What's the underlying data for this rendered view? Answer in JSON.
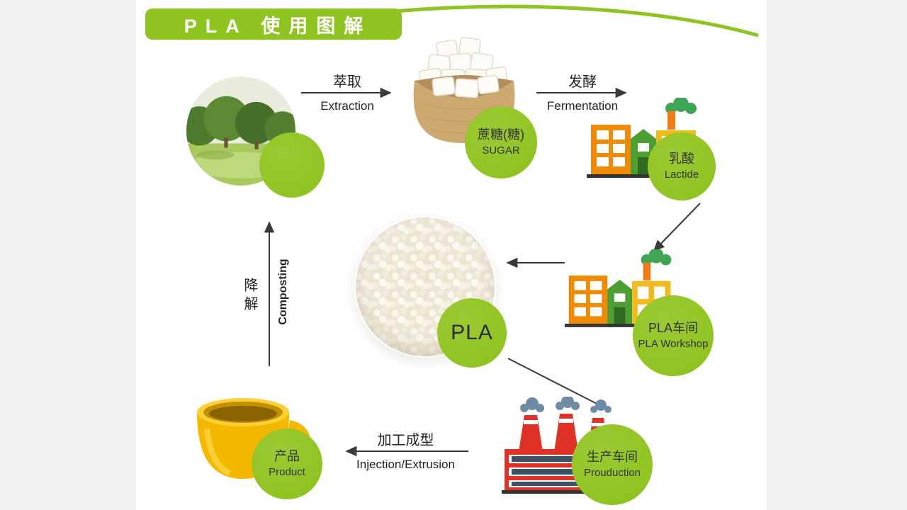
{
  "title": "PLA 使用图解",
  "accent_green": "#8fc31f",
  "arrow_color": "#3a3a3a",
  "nodes": {
    "sugar": {
      "zh": "蔗糖(糖)",
      "en": "SUGAR"
    },
    "lactide": {
      "zh": "乳酸",
      "en": "Lactide"
    },
    "pla": {
      "label": "PLA"
    },
    "workshop": {
      "zh": "PLA车间",
      "en": "PLA Workshop"
    },
    "production": {
      "zh": "生产车间",
      "en": "Prouduction"
    },
    "product": {
      "zh": "产品",
      "en": "Product"
    }
  },
  "arrows": {
    "extraction": {
      "zh": "萃取",
      "en": "Extraction"
    },
    "fermentation": {
      "zh": "发酵",
      "en": "Fermentation"
    },
    "processing": {
      "zh": "加工成型",
      "en": "Injection/Extrusion"
    },
    "composting": {
      "zh": "降解",
      "en": "Composting"
    }
  },
  "illustrations": {
    "nature": "trees-meadow-photo",
    "sugar": "sugar-cubes-in-sack",
    "fermentation_factory": "orange-yellow-factory",
    "workshop_factory": "orange-yellow-factory",
    "production_factory": "red-factory",
    "pla": "pla-pellets-pile",
    "product": "yellow-cup"
  }
}
